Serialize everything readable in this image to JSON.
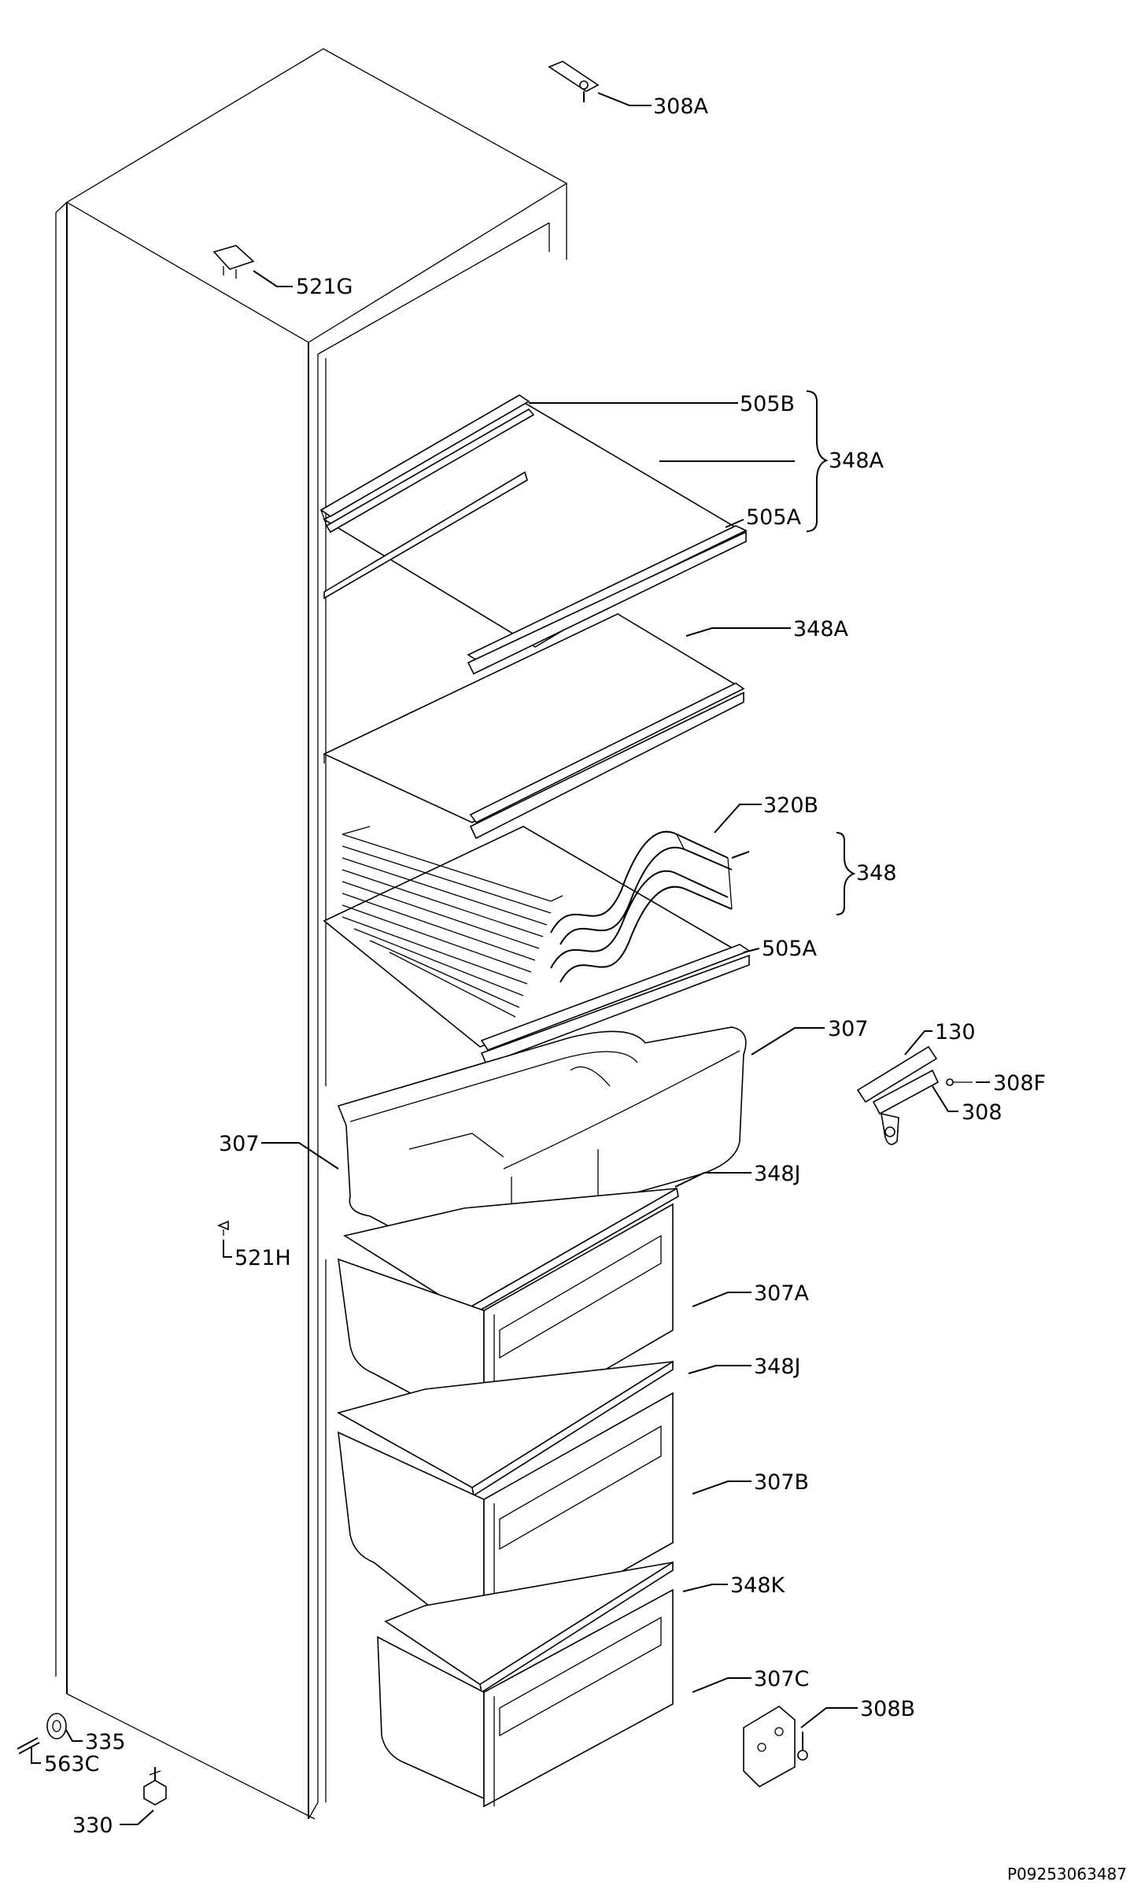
{
  "diagram": {
    "reference": "P09253063487",
    "labels": {
      "l_308A": "308A",
      "l_521G": "521G",
      "l_505B": "505B",
      "l_348A_top": "348A",
      "l_505A_top": "505A",
      "l_348A_mid": "348A",
      "l_320B": "320B",
      "l_348": "348",
      "l_505A_bottom": "505A",
      "l_307_right": "307",
      "l_307_left": "307",
      "l_130": "130",
      "l_308F": "308F",
      "l_308": "308",
      "l_348J_top": "348J",
      "l_521H": "521H",
      "l_307A": "307A",
      "l_348J_mid": "348J",
      "l_307B": "307B",
      "l_348K": "348K",
      "l_307C": "307C",
      "l_308B": "308B",
      "l_335": "335",
      "l_563C": "563C",
      "l_330": "330"
    }
  }
}
